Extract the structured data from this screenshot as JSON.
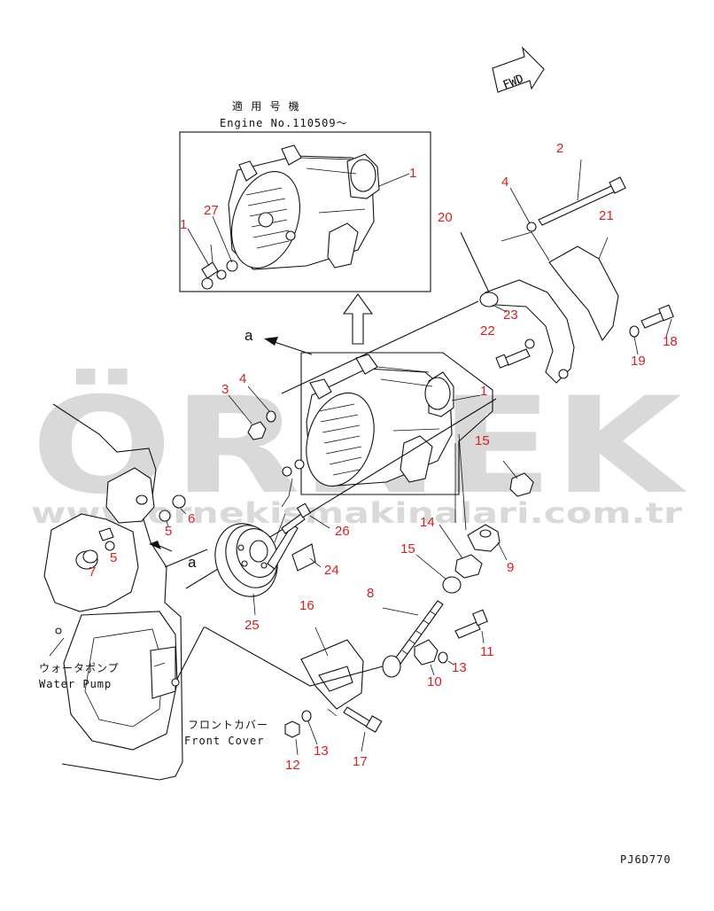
{
  "header": {
    "applicable_jp": "適 用 号 機",
    "engine_no": "Engine No.110509〜"
  },
  "fwd_label": "FWD",
  "view_marker": "a",
  "labels": {
    "water_pump_jp": "ウォータポンプ",
    "water_pump_en": "Water Pump",
    "front_cover_jp": "フロントカバー",
    "front_cover_en": "Front Cover"
  },
  "callouts": {
    "c1a": "1",
    "c1b": "1",
    "c1c": "1",
    "c27": "27",
    "c2": "2",
    "c4a": "4",
    "c4b": "4",
    "c3": "3",
    "c20": "20",
    "c21": "21",
    "c23": "23",
    "c22": "22",
    "c19": "19",
    "c18": "18",
    "c15a": "15",
    "c15b": "15",
    "c14": "14",
    "c9": "9",
    "c26": "26",
    "c24": "24",
    "c25": "25",
    "c8": "8",
    "c16": "16",
    "c11": "11",
    "c13a": "13",
    "c13b": "13",
    "c10": "10",
    "c12": "12",
    "c17": "17",
    "c5a": "5",
    "c5b": "5",
    "c6": "6",
    "c7": "7"
  },
  "watermark": {
    "brand": "ÖRNEK",
    "url": "www.ornekismakinalari.com.tr"
  },
  "drawing_code": "PJ6D770"
}
